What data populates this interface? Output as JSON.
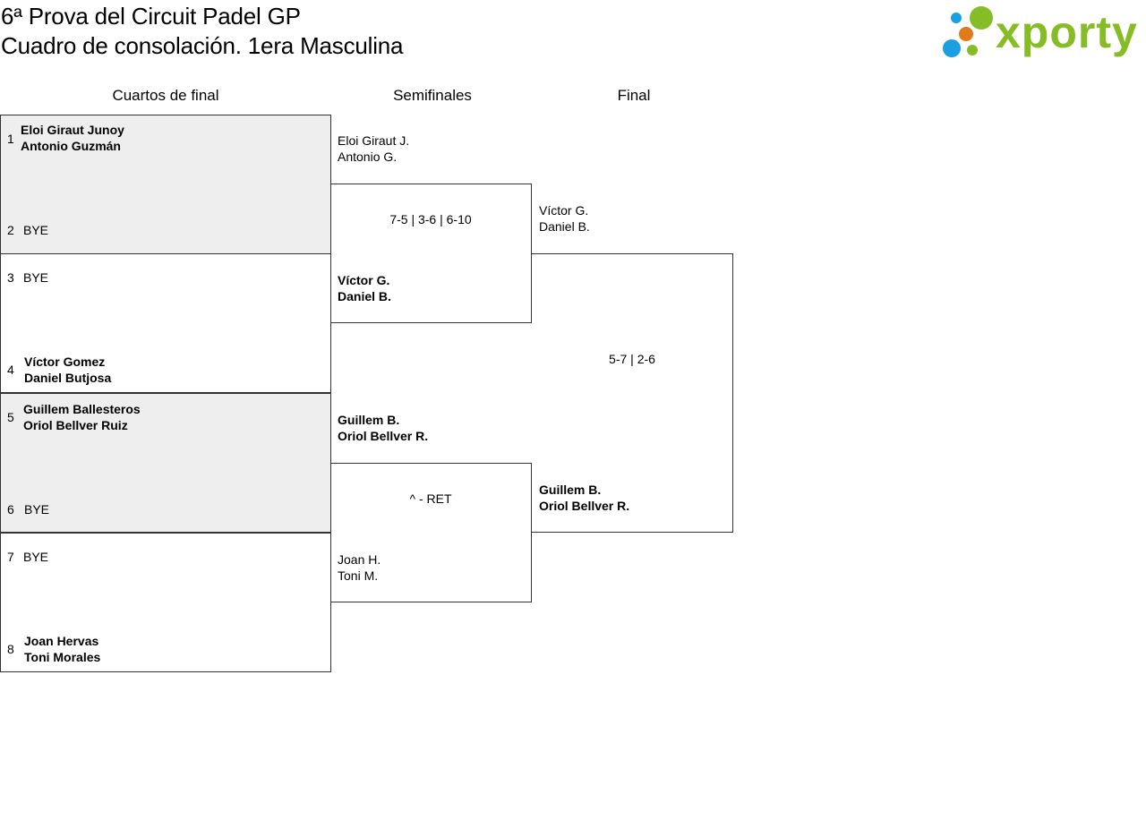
{
  "header": {
    "title_line1": "6ª Prova del Circuit Padel GP",
    "title_line2": "Cuadro de consolación. 1era Masculina",
    "logo_text": "xporty",
    "colors": {
      "green": "#86bc25",
      "orange": "#e07b1a",
      "blue": "#1a9fe0"
    }
  },
  "rounds": {
    "quarterfinals": "Cuartos de final",
    "semifinals": "Semifinales",
    "final": "Final"
  },
  "quarterfinals": [
    {
      "seed": "1",
      "p1": "Eloi Giraut Junoy",
      "p2": "Antonio Guzmán"
    },
    {
      "seed": "2",
      "p1": "BYE",
      "p2": ""
    },
    {
      "seed": "3",
      "p1": "BYE",
      "p2": ""
    },
    {
      "seed": "4",
      "p1": "Víctor Gomez",
      "p2": "Daniel Butjosa"
    },
    {
      "seed": "5",
      "p1": "Guillem Ballesteros",
      "p2": "Oriol Bellver Ruiz"
    },
    {
      "seed": "6",
      "p1": "BYE",
      "p2": ""
    },
    {
      "seed": "7",
      "p1": "BYE",
      "p2": ""
    },
    {
      "seed": "8",
      "p1": "Joan Hervas",
      "p2": "Toni Morales"
    }
  ],
  "semifinals": [
    {
      "p1": "Eloi Giraut J.",
      "p2": "Antonio G."
    },
    {
      "p1": "Víctor G.",
      "p2": "Daniel B."
    },
    {
      "p1": "Guillem B.",
      "p2": "Oriol Bellver R."
    },
    {
      "p1": "Joan H.",
      "p2": "Toni M."
    }
  ],
  "semifinal_scores": [
    "7-5 | 3-6 | 6-10",
    "^ - RET"
  ],
  "final": [
    {
      "p1": "Víctor G.",
      "p2": "Daniel B."
    },
    {
      "p1": "Guillem B.",
      "p2": "Oriol Bellver R."
    }
  ],
  "final_score": "5-7 | 2-6"
}
